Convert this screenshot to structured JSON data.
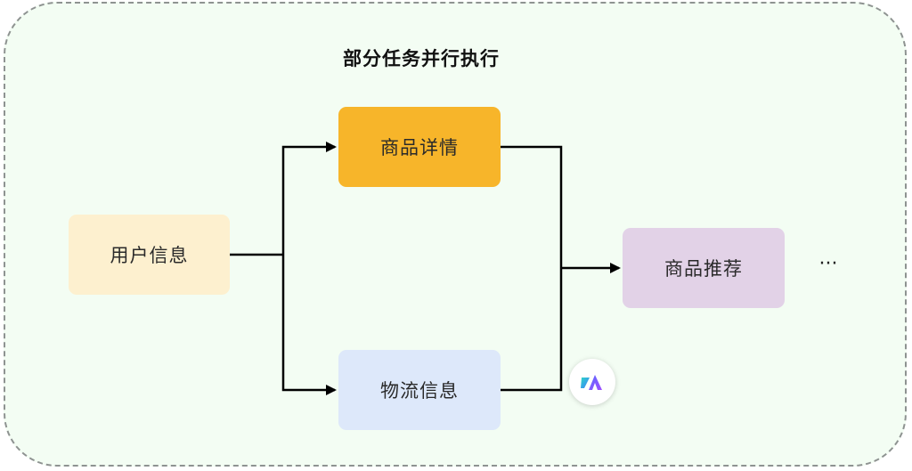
{
  "diagram": {
    "title": "部分任务并行执行",
    "nodes": {
      "user_info": "用户信息",
      "product_detail": "商品详情",
      "logistics_info": "物流信息",
      "product_recommendation": "商品推荐"
    },
    "continuation": "···",
    "colors": {
      "background": "#f3fdf3",
      "user_info": "#fdf0cf",
      "product_detail": "#f7b52a",
      "logistics_info": "#dde8fa",
      "product_recommendation": "#e2d2e7",
      "connector": "#000000"
    },
    "badge_icon": "app-logo-icon"
  }
}
